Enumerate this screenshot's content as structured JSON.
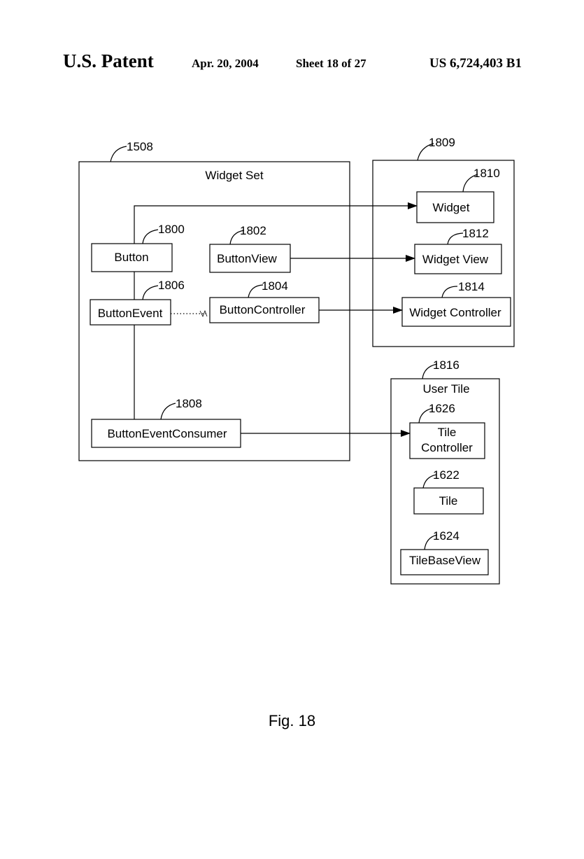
{
  "header": {
    "patent": "U.S. Patent",
    "date": "Apr. 20, 2004",
    "sheet": "Sheet 18 of 27",
    "number": "US 6,724,403 B1"
  },
  "groups": {
    "widget_set": {
      "ref": "1508",
      "title": "Widget Set"
    },
    "widget": {
      "ref": "1809"
    },
    "user_tile": {
      "ref": "1816",
      "title": "User Tile"
    }
  },
  "boxes": {
    "button": {
      "label": "Button",
      "ref": "1800"
    },
    "button_view": {
      "label": "ButtonView",
      "ref": "1802"
    },
    "button_event": {
      "label": "ButtonEvent",
      "ref": "1806"
    },
    "button_controller": {
      "label": "ButtonController",
      "ref": "1804"
    },
    "button_event_consumer": {
      "label": "ButtonEventConsumer",
      "ref": "1808"
    },
    "widget": {
      "label": "Widget",
      "ref": "1810"
    },
    "widget_view": {
      "label": "Widget View",
      "ref": "1812"
    },
    "widget_controller": {
      "label": "Widget Controller",
      "ref": "1814"
    },
    "tile_controller": {
      "label_line1": "Tile",
      "label_line2": "Controller",
      "ref": "1626"
    },
    "tile": {
      "label": "Tile",
      "ref": "1622"
    },
    "tile_base_view": {
      "label": "TileBaseView",
      "ref": "1624"
    }
  },
  "caption": "Fig. 18"
}
